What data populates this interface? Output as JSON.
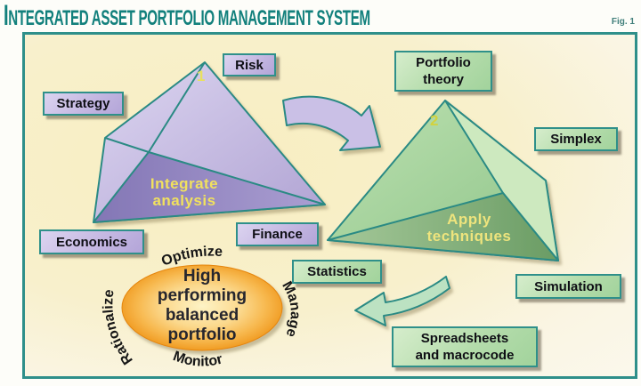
{
  "title": "INTEGRATED ASSET PORTFOLIO MANAGEMENT SYSTEM",
  "fig_label": "Fig. 1",
  "pyramid1": {
    "number": "1",
    "face_label": "Integrate\nanalysis"
  },
  "pyramid2": {
    "number": "2",
    "face_label": "Apply\ntechniques"
  },
  "labels": {
    "risk": "Risk",
    "strategy": "Strategy",
    "economics": "Economics",
    "finance": "Finance",
    "portfolio_theory": "Portfolio\ntheory",
    "simplex": "Simplex",
    "statistics": "Statistics",
    "simulation": "Simulation",
    "spreadsheets": "Spreadsheets\nand macrocode"
  },
  "cycle": {
    "center": "High\nperforming\nbalanced\nportfolio",
    "top": "Optimize",
    "right": "Manage",
    "bottom": "Monitor",
    "left": "Rationalize"
  },
  "colors": {
    "accent_teal": "#2e8f8a",
    "title_teal": "#12807c",
    "lavender_box": "#c5b8e2",
    "green_box": "#b4dcab",
    "pyramid1_light": "#c6bce0",
    "pyramid1_dark": "#9488c0",
    "pyramid2_light": "#a8d2a0",
    "pyramid2_dark": "#7aa673",
    "ellipse_orange": "#f09a20",
    "face_label_yellow": "#f1e15e",
    "background_cream": "#f8eec1"
  }
}
